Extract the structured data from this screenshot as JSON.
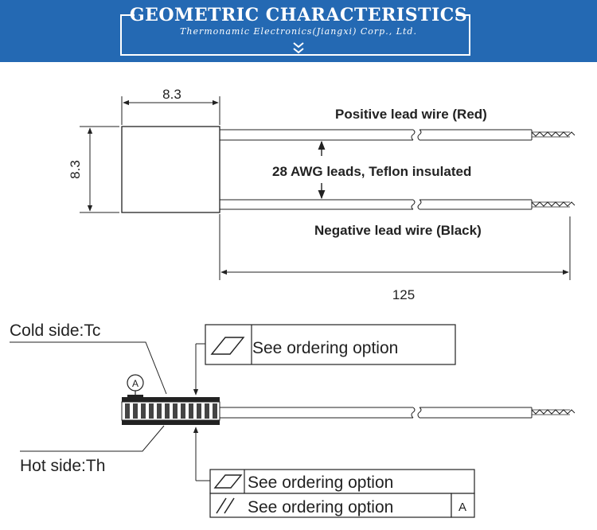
{
  "banner": {
    "title": "GEOMETRIC CHARACTERISTICS",
    "subtitle": "Thermonamic Electronics(Jiangxi) Corp., Ltd."
  },
  "top_view": {
    "width_dim": "8.3",
    "height_dim": "8.3",
    "length_dim": "125",
    "positive_lead": "Positive lead wire (Red)",
    "leads_note": "28 AWG leads, Teflon insulated",
    "negative_lead": "Negative lead wire (Black)"
  },
  "side_view": {
    "cold_side": "Cold side:Tc",
    "hot_side": "Hot side:Th",
    "datum_label": "A",
    "flatness_top": "See ordering option",
    "flatness_bottom": "See ordering option",
    "parallelism": "See ordering option",
    "parallelism_datum": "A"
  },
  "colors": {
    "banner": "#2469b3",
    "line": "#222222"
  }
}
